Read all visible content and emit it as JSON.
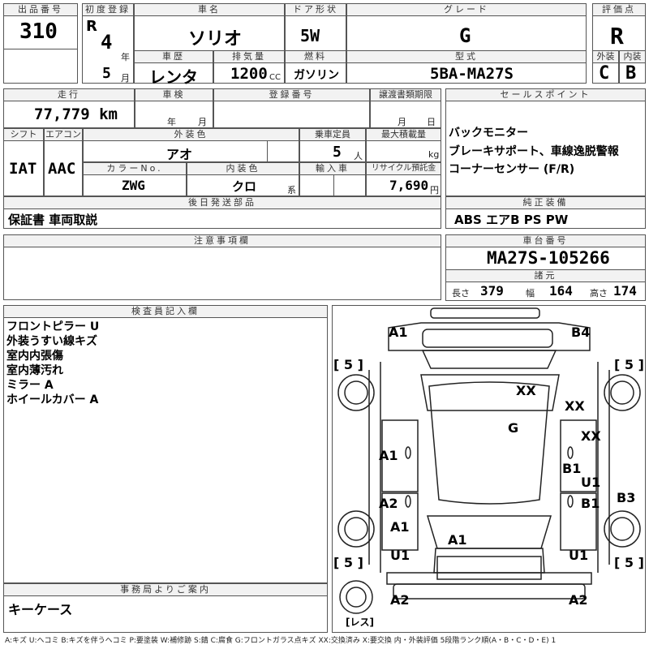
{
  "header": {
    "lot_label": "出品番号",
    "lot": "310",
    "first_reg_label": "初度登録",
    "era": "R",
    "year": "4",
    "year_unit": "年",
    "month": "5",
    "month_unit": "月",
    "car_name_label": "車名",
    "car_name": "ソリオ",
    "door_label": "ドア形状",
    "door": "5W",
    "grade_label": "グレード",
    "grade": "G",
    "score_label": "評価点",
    "score": "R",
    "history_label": "車歴",
    "history": "レンタ",
    "displacement_label": "排気量",
    "displacement": "1200",
    "displacement_unit": "CC",
    "fuel_label": "燃料",
    "fuel": "ガソリン",
    "model_label": "型式",
    "model": "5BA-MA27S",
    "exterior_label": "外装",
    "exterior": "C",
    "interior_label": "内装",
    "interior": "B"
  },
  "row2": {
    "mileage_label": "走行",
    "mileage": "77,779 km",
    "inspection_label": "車検",
    "year_unit": "年",
    "month_unit": "月",
    "registration_label": "登録番号",
    "transfer_label": "譲渡書類期限",
    "transfer_month": "月",
    "transfer_day": "日",
    "sales_label": "セールスポイント",
    "sales_points": [
      "バックモニター",
      "ブレーキサポート、車線逸脱警報",
      "コーナーセンサー (F/R)"
    ]
  },
  "row3": {
    "shift_label": "シフト",
    "shift": "IAT",
    "ac_label": "エアコン",
    "ac": "AAC",
    "color_label": "外装色",
    "color": "アオ",
    "capacity_label": "乗車定員",
    "capacity": "5",
    "capacity_unit": "人",
    "load_label": "最大積載量",
    "load_unit": "kg",
    "color_no_label": "カラーNo.",
    "color_no": "ZWG",
    "interior_color_label": "内装色",
    "interior_color": "クロ",
    "interior_color_unit": "系",
    "import_label": "輸入車",
    "recycle_label": "リサイクル預託金",
    "recycle": "7,690",
    "recycle_unit": "円"
  },
  "row4": {
    "later_label": "後日発送部品",
    "later": "保証書 車両取説",
    "equip_label": "純正装備",
    "equip": "ABS エアB PS PW"
  },
  "row5": {
    "caution_label": "注意事項欄",
    "chassis_label": "車台番号",
    "chassis": "MA27S-105266",
    "spec_label": "諸元",
    "length_label": "長さ",
    "length": "379",
    "width_label": "幅",
    "width": "164",
    "height_label": "高さ",
    "height": "174"
  },
  "inspector": {
    "label": "検査員記入欄",
    "notes": "フロントピラー U\n外装うすい線キズ\n室内内張傷\n室内薄汚れ\nミラー A\nホイールカバー A"
  },
  "office": {
    "label": "事務局よりご案内",
    "text": "キーケース"
  },
  "diagram": {
    "tire_fl": "[ 5 ]",
    "tire_fr": "[ 5 ]",
    "tire_rl": "[ 5 ]",
    "tire_rr": "[ 5 ]",
    "spare": "[レス]",
    "marks": [
      "A1",
      "B4",
      "XX",
      "XX",
      "G",
      "XX",
      "A1",
      "B1",
      "U1",
      "A2",
      "B1",
      "B3",
      "A1",
      "A1",
      "U1",
      "U1",
      "A2",
      "A2"
    ]
  },
  "legend": "A:キズ U:ヘコミ B:キズを伴うヘコミ P:要塗装 W:補修跡 S:錆 C:腐食 G:フロントガラス点キズ XX:交換済み X:要交換 内・外装評価 5段階ランク順(A・B・C・D・E) 1"
}
